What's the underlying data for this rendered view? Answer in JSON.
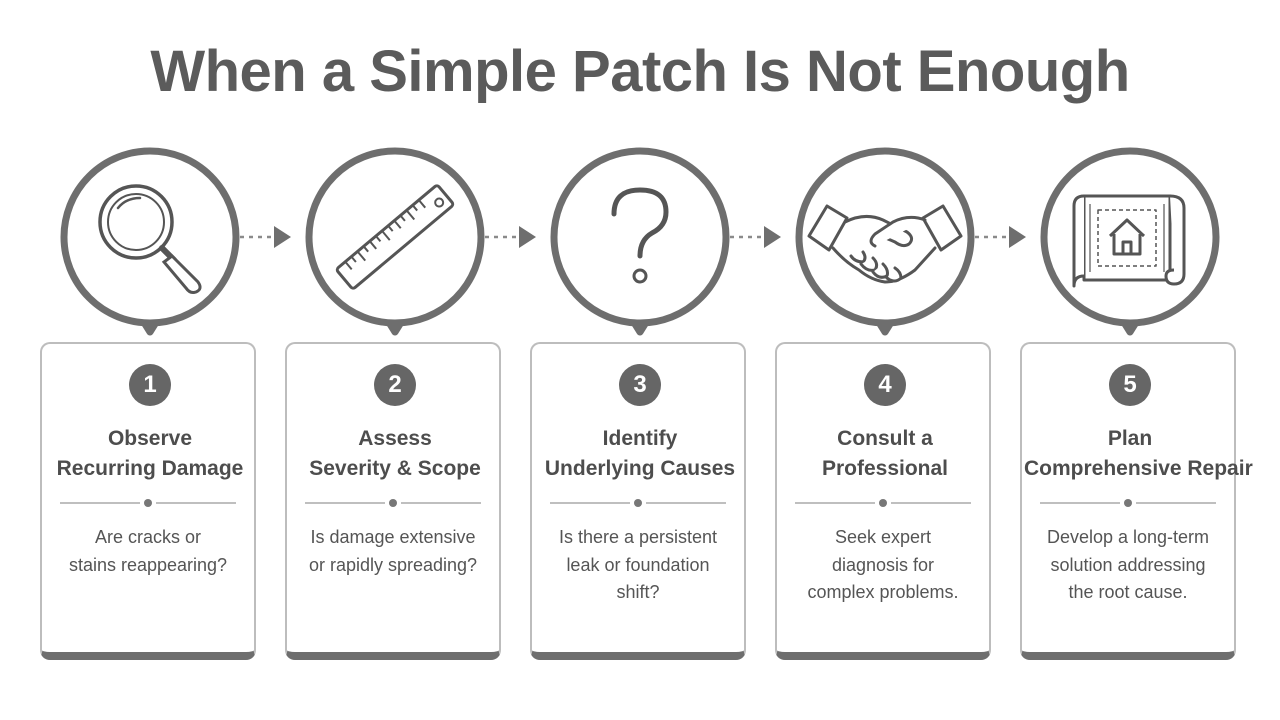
{
  "title": "When a Simple Patch Is Not Enough",
  "steps": [
    {
      "number": "1",
      "heading": [
        "Observe",
        "Recurring Damage"
      ],
      "desc": [
        "Are cracks or",
        "stains reappearing?"
      ],
      "icon": "magnifying-glass-icon"
    },
    {
      "number": "2",
      "heading": [
        "Assess",
        "Severity & Scope"
      ],
      "desc": [
        "Is damage extensive",
        "or rapidly spreading?"
      ],
      "icon": "ruler-icon"
    },
    {
      "number": "3",
      "heading": [
        "Identify",
        "Underlying Causes"
      ],
      "desc": [
        "Is there a persistent",
        "leak or foundation",
        "shift?"
      ],
      "icon": "question-mark-icon"
    },
    {
      "number": "4",
      "heading": [
        "Consult a",
        "Professional"
      ],
      "desc": [
        "Seek expert",
        "diagnosis for",
        "complex problems."
      ],
      "icon": "handshake-icon"
    },
    {
      "number": "5",
      "heading": [
        "Plan",
        "Comprehensive Repair"
      ],
      "desc": [
        "Develop a long-term",
        "solution addressing",
        "the root cause."
      ],
      "icon": "house-blueprint-icon"
    }
  ],
  "colors": {
    "stroke": "#6e6e6e",
    "badge": "#666666",
    "border": "#bdbdbd",
    "text": "#4d4d4d"
  }
}
